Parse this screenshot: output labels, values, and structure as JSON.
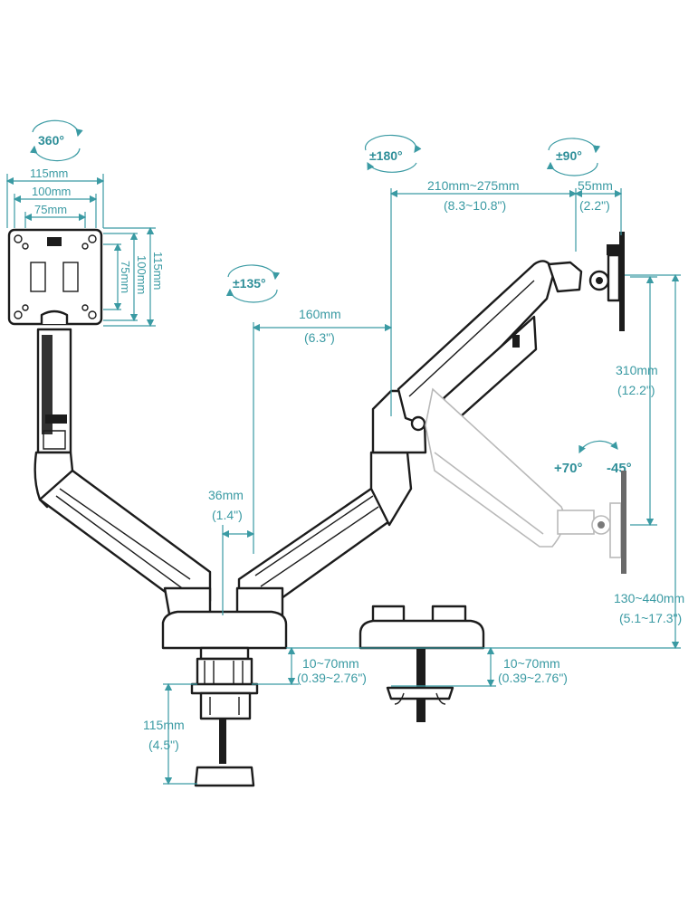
{
  "rotation_labels": {
    "plate": "360°",
    "arm_joint": "±135°",
    "arm_swivel": "±180°",
    "head_swivel": "±90°",
    "tilt_up": "+70°",
    "tilt_down": "-45°"
  },
  "vesa": {
    "outer": "115mm",
    "middle": "100mm",
    "inner": "75mm"
  },
  "dimensions": {
    "extension_mm": "210mm~275mm",
    "extension_in": "(8.3~10.8\")",
    "head_mm": "55mm",
    "head_in": "(2.2\")",
    "arm_mm": "160mm",
    "arm_in": "(6.3\")",
    "gap_mm": "36mm",
    "gap_in": "(1.4\")",
    "lift_mm": "310mm",
    "lift_in": "(12.2\")",
    "height_mm": "130~440mm",
    "height_in": "(5.1~17.3\")",
    "clamp_mm": "10~70mm",
    "clamp_in": "(0.39~2.76\")",
    "grommet_mm": "10~70mm",
    "grommet_in": "(0.39~2.76\")",
    "clamp_depth_mm": "115mm",
    "clamp_depth_in": "(4.5\")"
  },
  "colors": {
    "dimension": "#3a9aa3",
    "line": "#1c1c1c"
  }
}
